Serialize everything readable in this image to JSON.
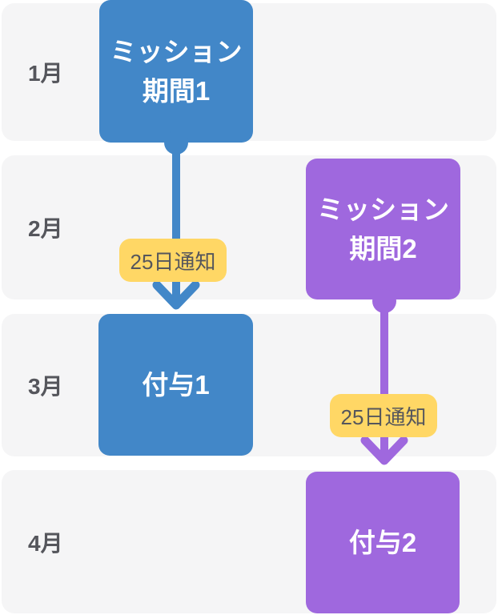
{
  "colors": {
    "blue": "#4287C8",
    "purple": "#9F68DE",
    "yellow": "#FFD765",
    "band": "#F5F5F6",
    "text_dark": "#55565C",
    "text_light": "#FFFFFF"
  },
  "months": [
    {
      "label": "1月"
    },
    {
      "label": "2月"
    },
    {
      "label": "3月"
    },
    {
      "label": "4月"
    }
  ],
  "boxes": {
    "mission1": {
      "lines": [
        "ミッション",
        "期間1"
      ]
    },
    "mission2": {
      "lines": [
        "ミッション",
        "期間2"
      ]
    },
    "grant1": {
      "label": "付与1"
    },
    "grant2": {
      "label": "付与2"
    }
  },
  "badges": {
    "notify1": {
      "label": "25日通知"
    },
    "notify2": {
      "label": "25日通知"
    }
  }
}
